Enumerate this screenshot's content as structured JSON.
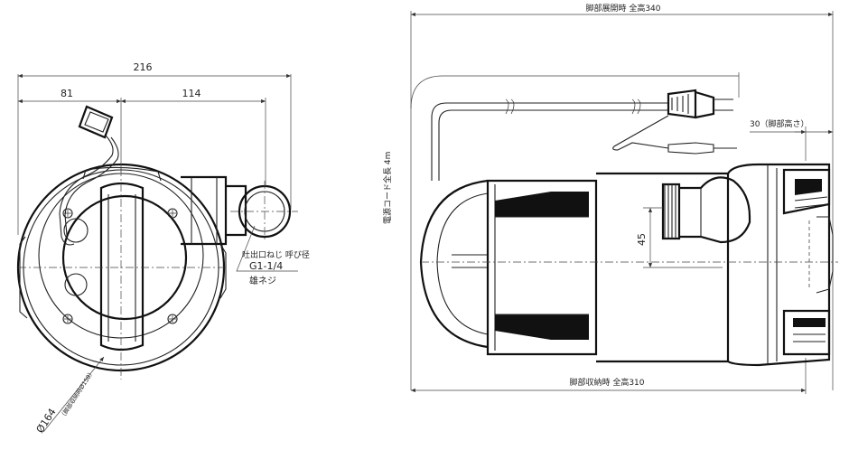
{
  "labels": {
    "width_216": "216",
    "width_81": "81",
    "width_114": "114",
    "outlet_thread_1": "吐出口ねじ 呼び径",
    "outlet_thread_2": "G1-1/4",
    "outlet_thread_3": "雄ネジ",
    "diameter_main": "Ø164",
    "diameter_note": "（脚部収納時Ø158）",
    "height_open": "脚部展開時 全高340",
    "height_closed": "脚部収納時 全高310",
    "leg_height": "30（脚部高さ）",
    "cord_length": "電源コード全長 4m",
    "dim_45": "45"
  }
}
